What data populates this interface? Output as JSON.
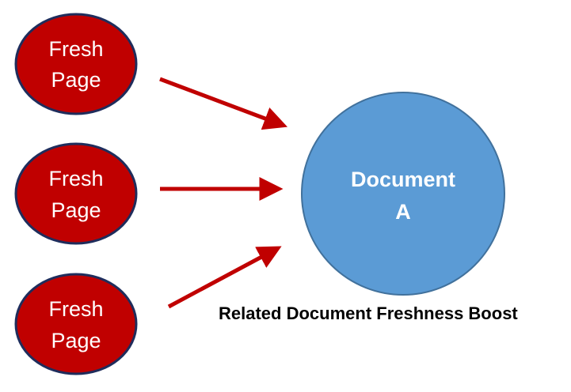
{
  "nodes": [
    {
      "line1": "Fresh",
      "line2": "Page"
    },
    {
      "line1": "Fresh",
      "line2": "Page"
    },
    {
      "line1": "Fresh",
      "line2": "Page"
    }
  ],
  "document": {
    "line1": "Document",
    "line2": "A"
  },
  "caption": "Related Document Freshness Boost",
  "colors": {
    "fresh_fill": "#C00000",
    "fresh_stroke": "#1F2D5C",
    "doc_fill": "#5B9BD5",
    "doc_stroke": "#41719C",
    "arrow": "#C00000"
  }
}
